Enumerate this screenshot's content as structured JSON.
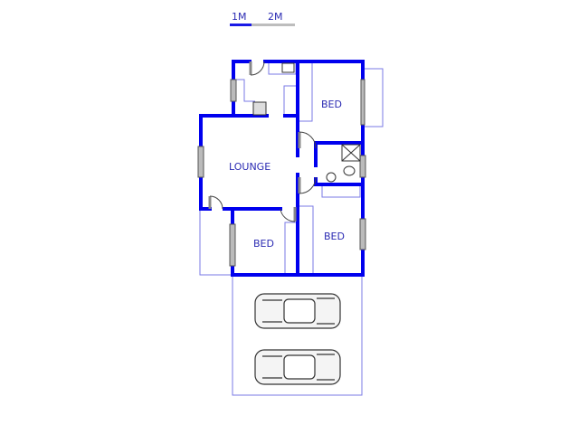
{
  "scale_bar": {
    "label_1": "1M",
    "label_2": "2M"
  },
  "rooms": [
    {
      "name": "BED",
      "id": "bed-top-right"
    },
    {
      "name": "LOUNGE",
      "id": "lounge"
    },
    {
      "name": "BED",
      "id": "bed-bottom-left"
    },
    {
      "name": "BED",
      "id": "bed-bottom-right"
    }
  ],
  "colors": {
    "wall": "#0000ee",
    "outline": "#7a7ae6",
    "label": "#2b2bb3",
    "window": "#888888"
  }
}
